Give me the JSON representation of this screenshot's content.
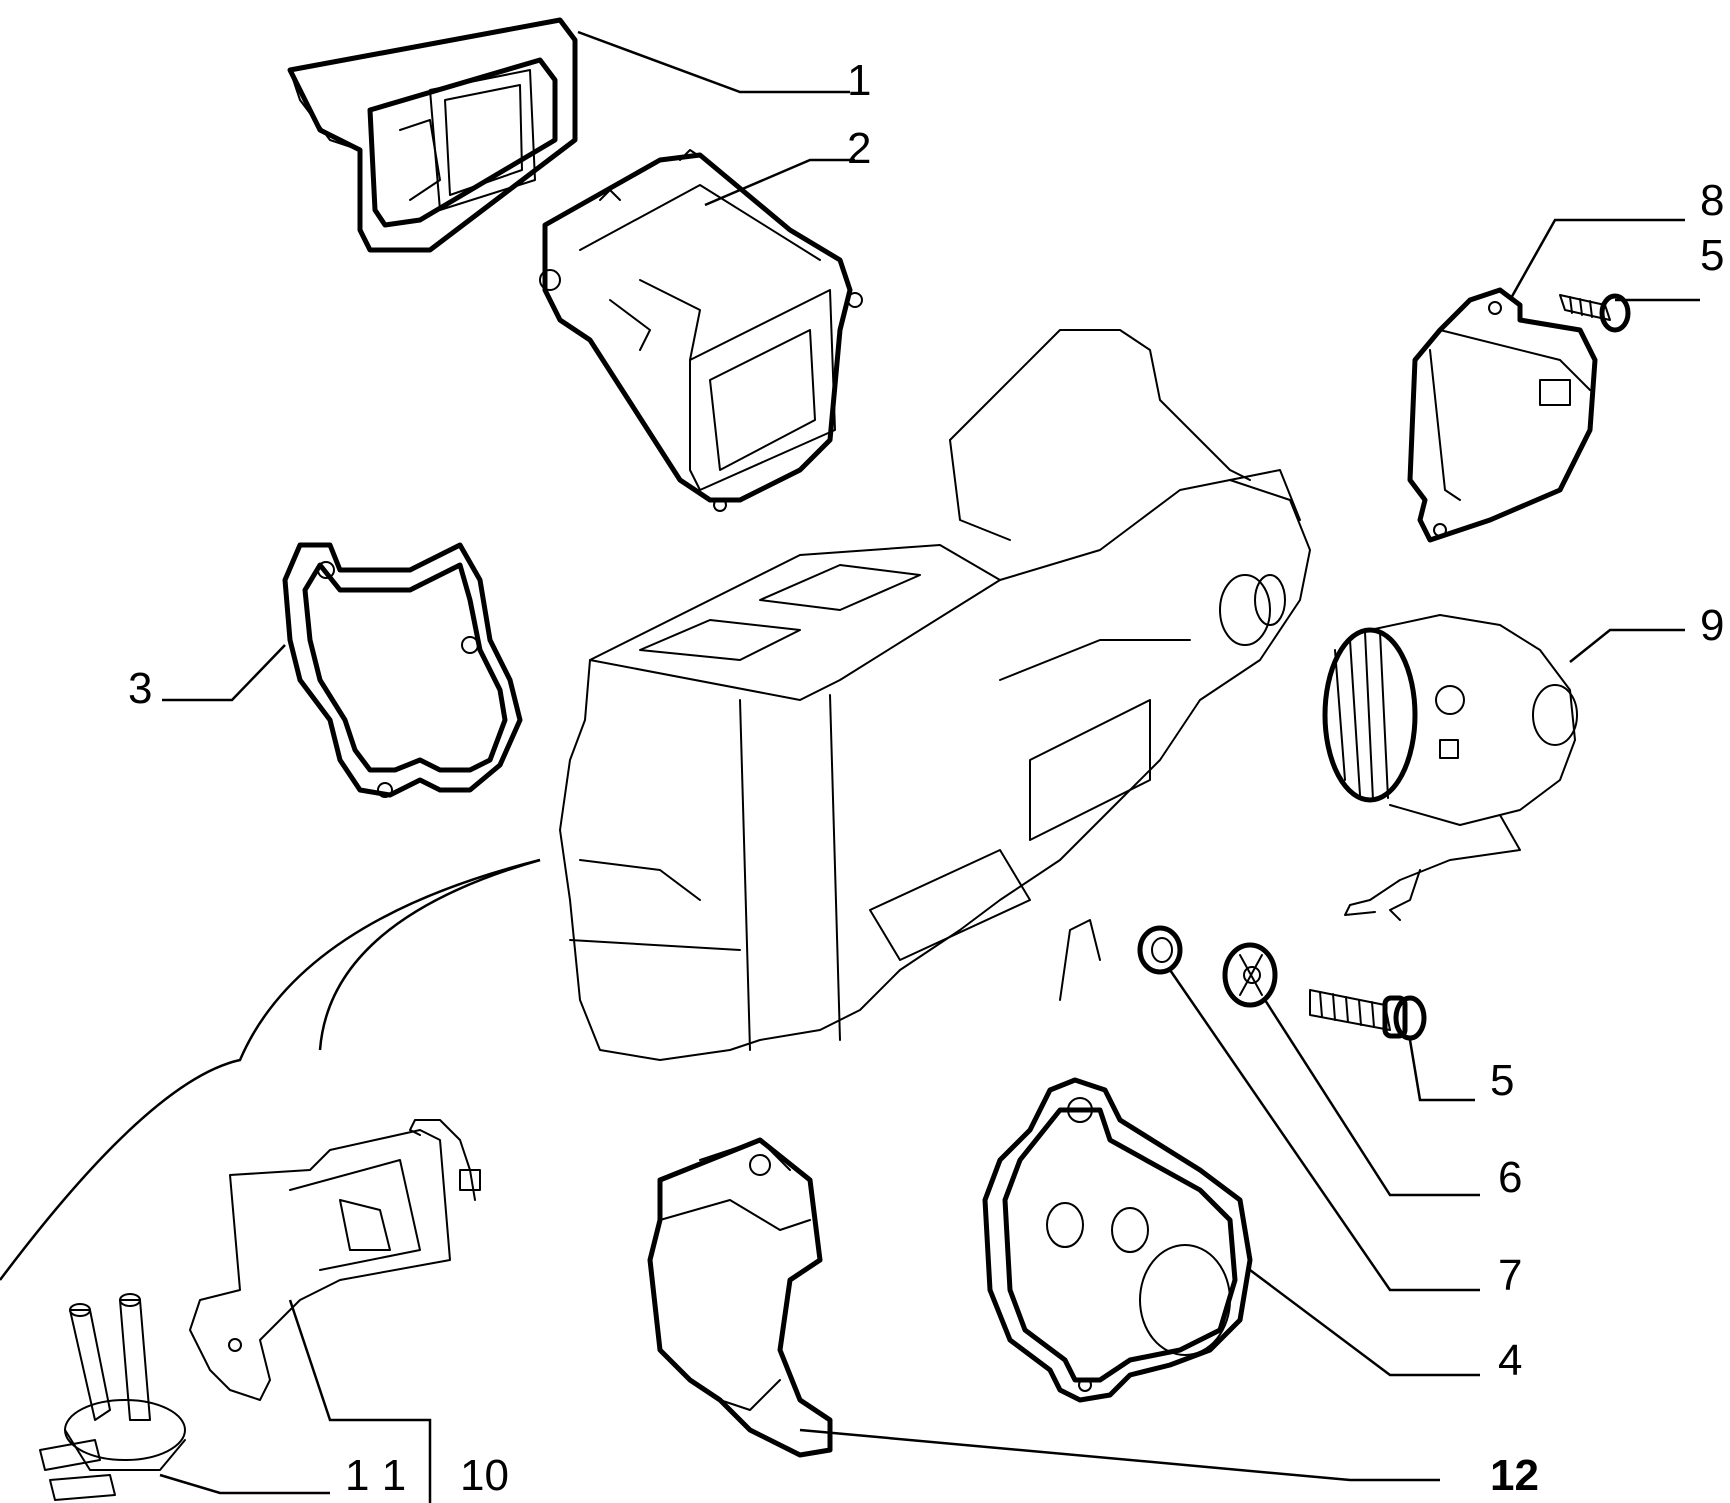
{
  "diagram": {
    "callouts": [
      {
        "id": "c1",
        "label": "1"
      },
      {
        "id": "c2",
        "label": "2"
      },
      {
        "id": "c8",
        "label": "8"
      },
      {
        "id": "c5a",
        "label": "5"
      },
      {
        "id": "c3",
        "label": "3"
      },
      {
        "id": "c9",
        "label": "9"
      },
      {
        "id": "c5b",
        "label": "5"
      },
      {
        "id": "c6",
        "label": "6"
      },
      {
        "id": "c7",
        "label": "7"
      },
      {
        "id": "c4",
        "label": "4"
      },
      {
        "id": "c11",
        "label": "1 1"
      },
      {
        "id": "c10",
        "label": "10"
      },
      {
        "id": "c12",
        "label": "12"
      }
    ]
  }
}
